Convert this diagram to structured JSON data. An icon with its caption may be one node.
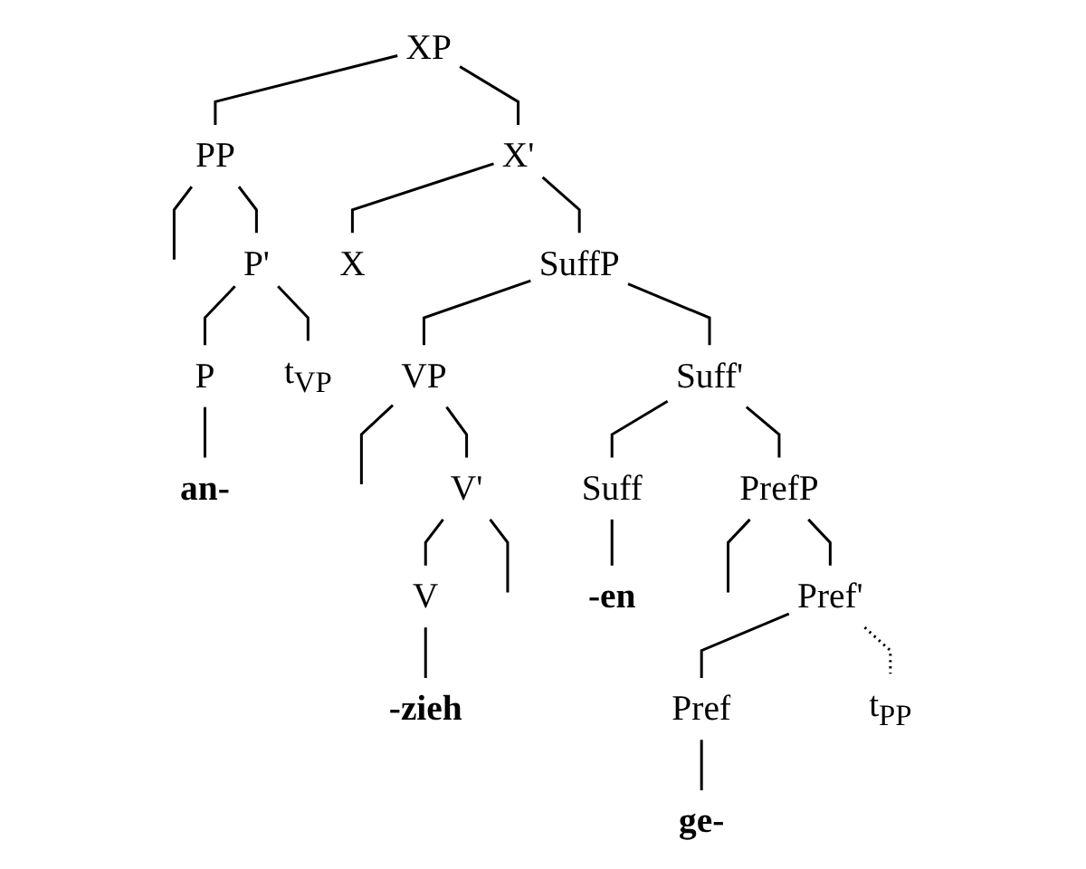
{
  "diagram": {
    "nodes": [
      {
        "text": [
          "XP"
        ]
      },
      {
        "text": [
          "X'"
        ]
      },
      {
        "text": [
          "X"
        ]
      },
      {
        "text": [
          "SuffP"
        ]
      },
      {
        "text": [
          "Suff'"
        ]
      },
      {
        "text": [
          "PP"
        ]
      },
      {
        "text": [
          "Suff"
        ]
      },
      {
        "text": [
          "PrefP"
        ]
      },
      {
        "text": [
          "VP"
        ]
      },
      {
        "text": [
          "P'"
        ]
      },
      {
        "text": [
          "-en"
        ]
      },
      {
        "text": [
          "V'"
        ]
      },
      {
        "text": [
          "Pref'"
        ]
      },
      {
        "text": [
          "P"
        ]
      },
      {
        "text": [
          "t$_{VP}$"
        ]
      },
      {
        "text": [
          "V"
        ]
      },
      {
        "text": [
          "Pref"
        ]
      },
      {
        "text": [
          "t$_{PP}$"
        ]
      },
      {
        "text": [
          "an-"
        ]
      },
      {
        "text": [
          "-zieh"
        ]
      },
      {
        "text": [
          "ge-"
        ]
      }
    ],
    "edges": [
      {
        "from": 0,
        "to": 5,
        "arrow": "none"
      },
      {
        "from": 0,
        "to": 1,
        "arrow": "none"
      },
      {
        "from": 1,
        "to": 2,
        "arrow": "none"
      },
      {
        "from": 1,
        "to": 3,
        "arrow": "none"
      },
      {
        "from": 3,
        "to": 8,
        "arrow": "none"
      },
      {
        "from": 3,
        "to": 4,
        "arrow": "none"
      },
      {
        "from": 4,
        "to": 6,
        "arrow": "none"
      },
      {
        "from": 4,
        "to": 7,
        "arrow": "none"
      },
      {
        "from": 6,
        "to": 10,
        "arrow": "none"
      },
      {
        "from": 7,
        "to": null,
        "arrow": "none"
      },
      {
        "from": 7,
        "to": 12,
        "arrow": "none"
      },
      {
        "from": 5,
        "to": null,
        "arrow": "none"
      },
      {
        "from": 5,
        "to": 9,
        "arrow": "none"
      },
      {
        "from": 9,
        "to": 13,
        "arrow": "none"
      },
      {
        "from": 9,
        "to": 14,
        "arrow": "none"
      },
      {
        "from": 13,
        "to": 18,
        "arrow": "none"
      },
      {
        "from": 8,
        "to": null,
        "arrow": "none"
      },
      {
        "from": 8,
        "to": 11,
        "arrow": "none"
      },
      {
        "from": 11,
        "to": 15,
        "arrow": "none"
      },
      {
        "from": 11,
        "to": null,
        "arrow": "none"
      },
      {
        "from": 15,
        "to": 19,
        "arrow": "none"
      },
      {
        "from": 12,
        "to": 16,
        "arrow": "none"
      },
      {
        "from": 12,
        "to": 17,
        "arrow": "none",
        "style": "dashed"
      },
      {
        "from": 16,
        "to": 20,
        "arrow": "none"
      }
    ]
  }
}
